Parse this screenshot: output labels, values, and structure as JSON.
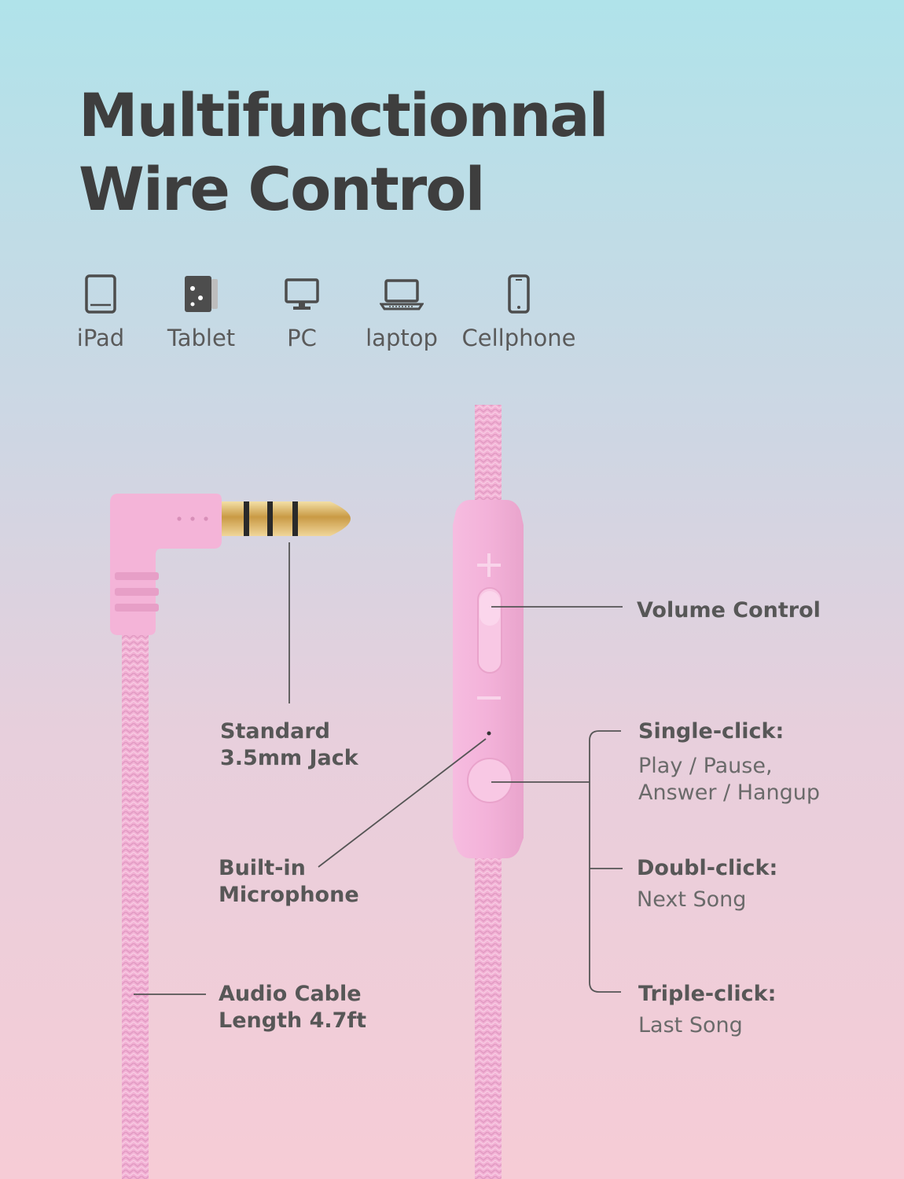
{
  "title": {
    "line1": "Multifunctionnal",
    "line2": "Wire Control"
  },
  "devices": [
    {
      "label": "iPad",
      "icon": "ipad-icon"
    },
    {
      "label": "Tablet",
      "icon": "tablet-icon"
    },
    {
      "label": "PC",
      "icon": "pc-monitor-icon"
    },
    {
      "label": "laptop",
      "icon": "laptop-icon"
    },
    {
      "label": "Cellphone",
      "icon": "cellphone-icon"
    }
  ],
  "callouts": {
    "volume": "Volume Control",
    "jack": {
      "line1": "Standard",
      "line2": "3.5mm Jack"
    },
    "mic": {
      "line1": "Built-in",
      "line2": "Microphone"
    },
    "cable": {
      "line1": "Audio Cable",
      "line2": "Length 4.7ft"
    },
    "single": {
      "heading": "Single-click:",
      "line1": "Play / Pause,",
      "line2": "Answer / Hangup"
    },
    "double": {
      "heading": "Doubl-click:",
      "line1": "Next Song"
    },
    "triple": {
      "heading": "Triple-click:",
      "line1": "Last Song"
    }
  },
  "colors": {
    "cable_pink": "#f3b3d6",
    "text_dark": "#3e3e3e",
    "plug_gold": "#d8b56a",
    "background_top": "#b0e3ea",
    "background_bottom": "#f6ccd6"
  }
}
